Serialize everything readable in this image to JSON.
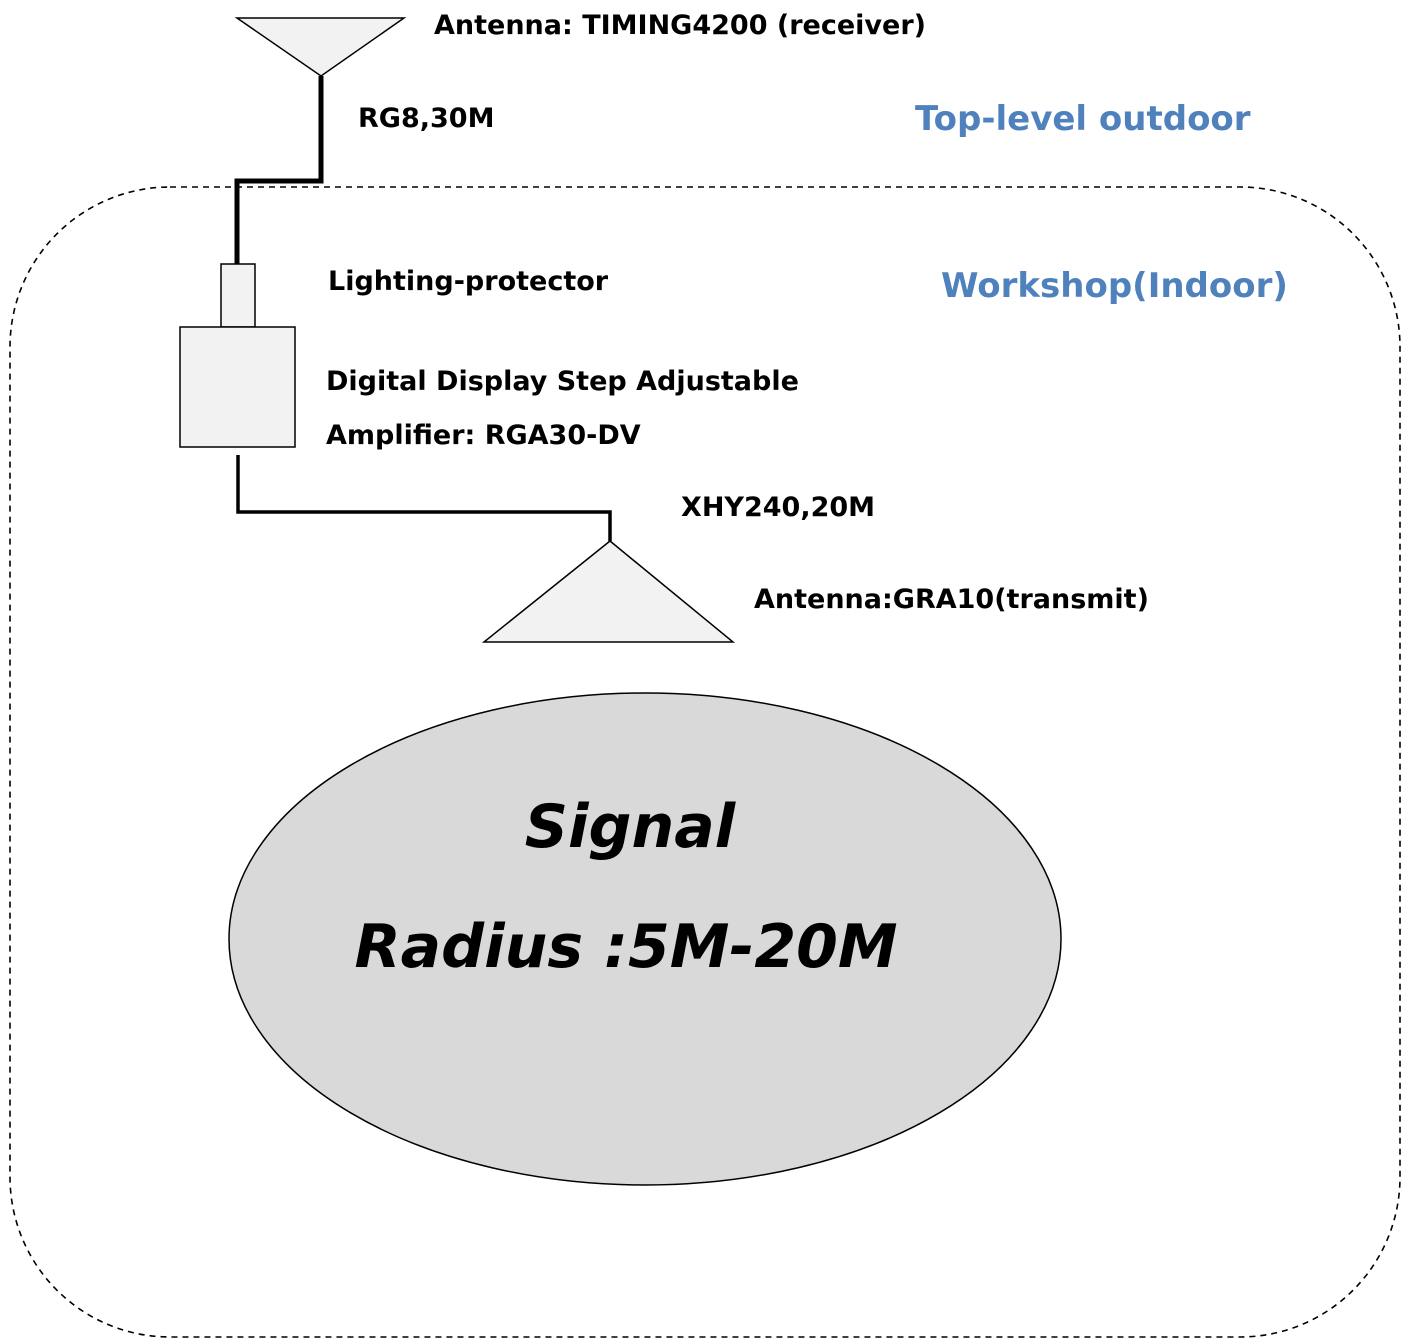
{
  "zones": {
    "outdoor_label": "Top-level outdoor",
    "indoor_label": "Workshop(Indoor)"
  },
  "components": {
    "receiver_antenna": "Antenna: TIMING4200 (receiver)",
    "cable_top": "RG8,30M",
    "lightning_protector": "Lighting-protector",
    "amplifier_line1": "Digital Display Step Adjustable",
    "amplifier_line2": "Amplifier: RGA30-DV",
    "cable_bottom": "XHY240,20M",
    "transmit_antenna": "Antenna:GRA10(transmit)"
  },
  "coverage": {
    "line1": "Signal",
    "line2": "Radius :5M-20M"
  },
  "colors": {
    "zone_label": "#4f81bd",
    "shape_fill": "#f2f2f2",
    "coverage_fill": "#d9d9d9",
    "line": "#000000",
    "boundary": "#000000"
  }
}
